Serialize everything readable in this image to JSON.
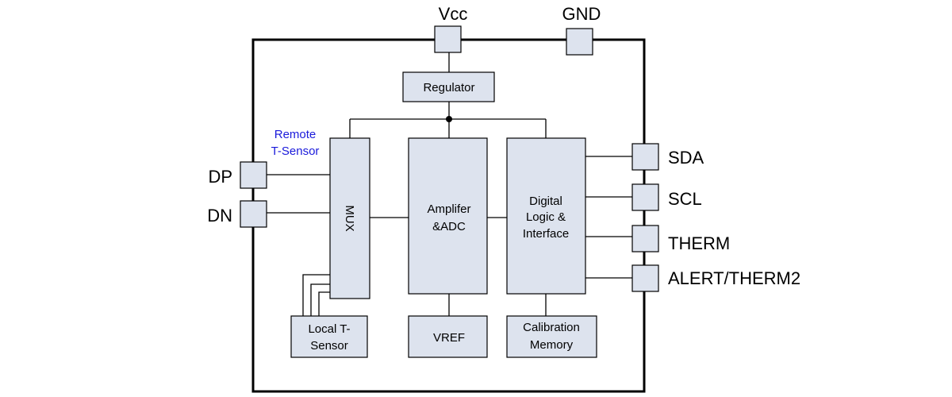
{
  "pins": {
    "vcc": "Vcc",
    "gnd": "GND",
    "dp": "DP",
    "dn": "DN",
    "sda": "SDA",
    "scl": "SCL",
    "therm": "THERM",
    "alert": "ALERT/THERM2"
  },
  "blocks": {
    "regulator": "Regulator",
    "mux": "MUX",
    "amp_line1": "Amplifer",
    "amp_line2": "&ADC",
    "digital_line1": "Digital",
    "digital_line2": "Logic &",
    "digital_line3": "Interface",
    "local_line1": "Local T-",
    "local_line2": "Sensor",
    "vref": "VREF",
    "cal_line1": "Calibration",
    "cal_line2": "Memory"
  },
  "annotations": {
    "remote_line1": "Remote",
    "remote_line2": "T-Sensor"
  },
  "colors": {
    "block_fill": "#dde3ee",
    "annotation_blue": "#1a1adb"
  }
}
